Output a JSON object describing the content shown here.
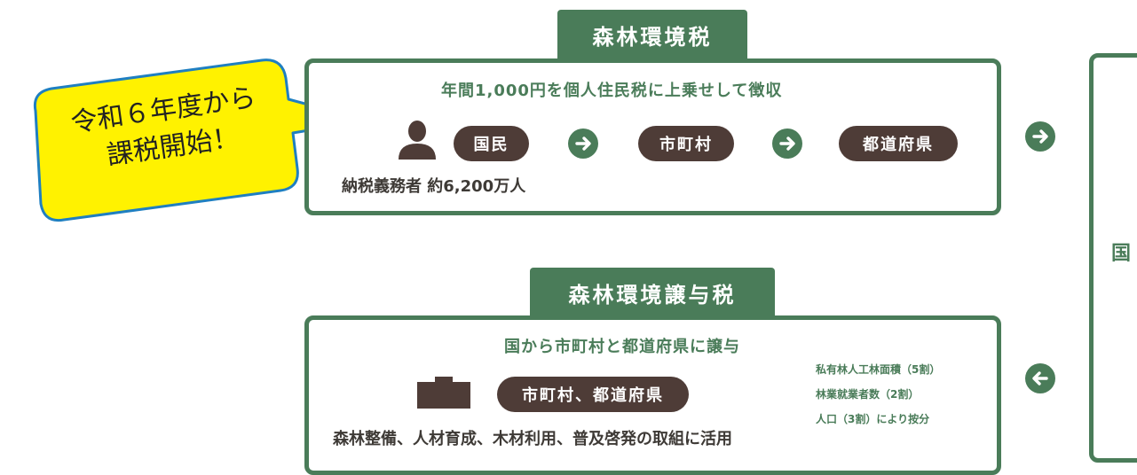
{
  "callout": {
    "line1": "令和６年度から",
    "line2": "課税開始！"
  },
  "forest_tax": {
    "title": "森林環境税",
    "subtitle": "年間1,000円を個人住民税に上乗せして徴収",
    "flow": [
      "国民",
      "市町村",
      "都道府県"
    ],
    "taxpayers": "納税義務者 約6,200万人"
  },
  "transfer_tax": {
    "title": "森林環境譲与税",
    "subtitle": "国から市町村と都道府県に譲与",
    "recipient": "市町村、都道府県",
    "usage": "森林整備、人材育成、木材利用、普及啓発の取組に活用",
    "criteria": [
      "私有林人工林面積（5割）",
      "林業就業者数（2割）",
      "人口（3割）により按分"
    ]
  },
  "right_panel": {
    "label": "国"
  },
  "colors": {
    "green": "#4a7c59",
    "brown": "#4e3c37",
    "yellow": "#fff200",
    "blue": "#1f7fc1"
  }
}
